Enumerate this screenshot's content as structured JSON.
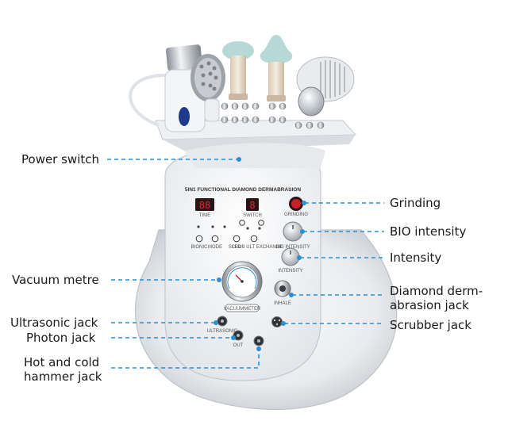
{
  "panel": {
    "title": "5IN1 FUNCTIONAL DIAMOND DERMABRASION",
    "display_left": "88",
    "display_right": "8",
    "label_time": "TIME",
    "label_switch": "SWITCH",
    "label_grinding": "GRINDING",
    "label_bio": "BIO INTENSITY",
    "label_intensity": "INTENSITY",
    "label_inhale": "INHALE",
    "label_ultrasonic": "ULTRASONIC",
    "label_out": "OUT",
    "label_vacuum": "VACUUMMETER",
    "btn_labels": [
      "BIONIC",
      "MODE",
      "LED",
      "SCRUB ULT EXCHANGE"
    ]
  },
  "callouts": {
    "power_switch": "Power switch",
    "vacuum_metre": "Vacuum metre",
    "ultrasonic_jack": "Ultrasonic jack",
    "photon_jack": "Photon jack",
    "hot_cold_1": "Hot and cold",
    "hot_cold_2": "hammer jack",
    "grinding": "Grinding",
    "bio_intensity": "BIO intensity",
    "intensity": "Intensity",
    "diamond_1": "Diamond derm-",
    "diamond_2": "abrasion jack",
    "scrubber_jack": "Scrubber jack"
  },
  "colors": {
    "leader": "#2a8fd6",
    "body": "#eef0f2",
    "display": "#e4262b",
    "power": "#c8202a"
  }
}
